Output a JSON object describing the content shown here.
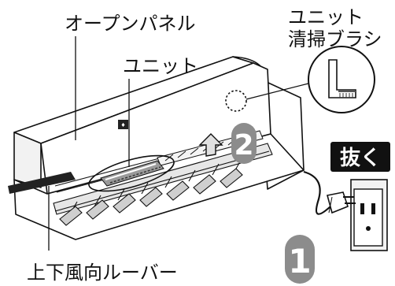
{
  "labels": {
    "open_panel": "オープンパネル",
    "unit": "ユニット",
    "unit_brush_line1": "ユニット",
    "unit_brush_line2": "清掃ブラシ",
    "louver": "上下風向ルーバー",
    "unplug": "抜く"
  },
  "steps": {
    "step1": "1",
    "step2": "2"
  },
  "colors": {
    "line": "#111111",
    "step_fill": "#8c8c8c",
    "unplug_bg": "#111111",
    "unplug_text": "#ffffff",
    "body_fill": "#ffffff",
    "shade": "#d9d9d9"
  }
}
